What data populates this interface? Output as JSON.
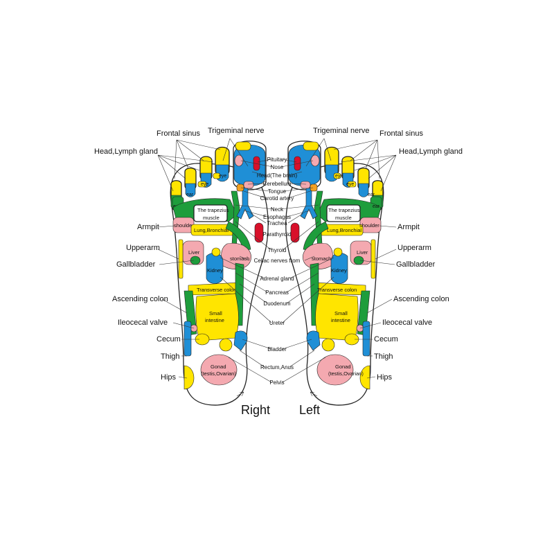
{
  "colors": {
    "yellow": "#ffe500",
    "green": "#1e9d3c",
    "blue": "#1f8fd6",
    "pink": "#f4a9b0",
    "red": "#d8102a",
    "orange": "#f3a020"
  },
  "feet": {
    "right": {
      "title": "Right"
    },
    "left": {
      "title": "Left"
    }
  },
  "labels": {
    "frontal_sinus": "Frontal sinus",
    "trigeminal_nerve": "Trigeminal nerve",
    "head_lymph_gland": "Head,Lymph gland",
    "armpit": "Armpit",
    "upperarm": "Upperarm",
    "gallbladder": "Gallbladder",
    "ascending_colon": "Ascending colon",
    "ileocecal_valve": "Ileocecal valve",
    "cecum": "Cecum",
    "thigh": "Thigh",
    "hips": "Hips"
  },
  "center_labels": {
    "pituitary": "Pituitary",
    "nose": "Nose",
    "head_brain": "Head(The brain)",
    "cerebellum": "Cerebellum",
    "tongue": "Tongue",
    "carotid_artery": "Carotid artery",
    "neck": "Neck",
    "esophagus": "Esophagus",
    "trachea": "Trachea",
    "parathyroid": "Parathyroid",
    "thyroid": "Thyroid",
    "celiac": "Celiac nerves from",
    "adrenal": "Adrenal gland",
    "pancreas": "Pancreas",
    "duodenum": "Duodenum",
    "ureter": "Ureter",
    "bladder": "Bladder",
    "rectum_anus": "Rectum,Anus",
    "pelvis": "Pelvis"
  },
  "zones": {
    "eye": "eye",
    "ear": "ear",
    "trapezius_1": "The trapezius",
    "trapezius_2": "muscle",
    "shoulder": "shoulder",
    "lung": "Lung,Bronchial",
    "liver": "Liver",
    "stomach": "stomach",
    "kidney": "Kidney",
    "transverse_colon": "Transverse colon",
    "small_intestine_1": "Small",
    "small_intestine_2": "intestine",
    "gonad_1": "Gonad",
    "gonad_2": "(testis,Ovarian)"
  }
}
